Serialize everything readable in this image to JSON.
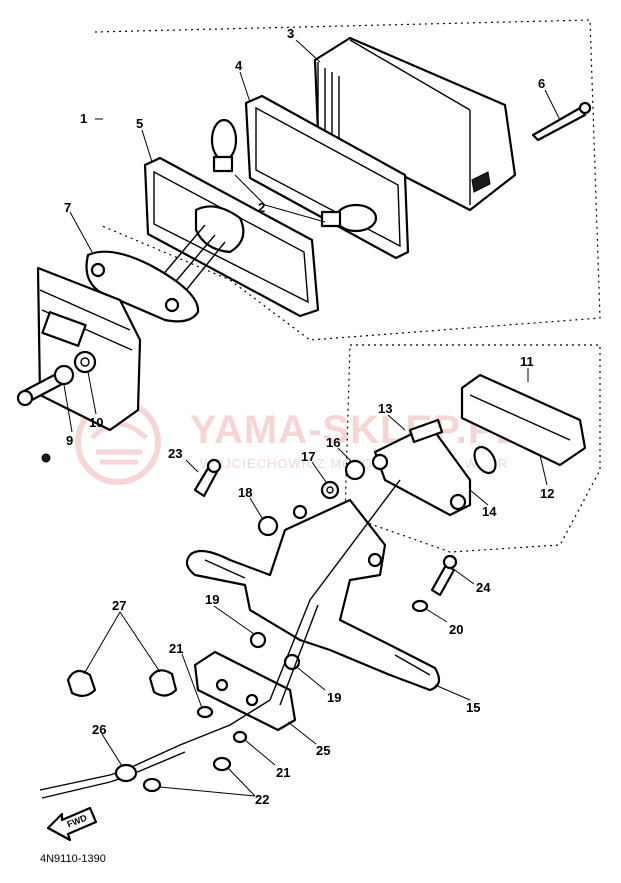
{
  "diagram": {
    "callouts": [
      {
        "id": "c1",
        "label": "1"
      },
      {
        "id": "c2",
        "label": "2"
      },
      {
        "id": "c3",
        "label": "3"
      },
      {
        "id": "c4",
        "label": "4"
      },
      {
        "id": "c5",
        "label": "5"
      },
      {
        "id": "c6",
        "label": "6"
      },
      {
        "id": "c7",
        "label": "7"
      },
      {
        "id": "c9",
        "label": "9"
      },
      {
        "id": "c10",
        "label": "10"
      },
      {
        "id": "c11",
        "label": "11"
      },
      {
        "id": "c12",
        "label": "12"
      },
      {
        "id": "c13",
        "label": "13"
      },
      {
        "id": "c14",
        "label": "14"
      },
      {
        "id": "c15",
        "label": "15"
      },
      {
        "id": "c16",
        "label": "16"
      },
      {
        "id": "c17",
        "label": "17"
      },
      {
        "id": "c18",
        "label": "18"
      },
      {
        "id": "c19a",
        "label": "19"
      },
      {
        "id": "c19b",
        "label": "19"
      },
      {
        "id": "c20",
        "label": "20"
      },
      {
        "id": "c21a",
        "label": "21"
      },
      {
        "id": "c21b",
        "label": "21"
      },
      {
        "id": "c22",
        "label": "22"
      },
      {
        "id": "c23",
        "label": "23"
      },
      {
        "id": "c24",
        "label": "24"
      },
      {
        "id": "c25",
        "label": "25"
      },
      {
        "id": "c26",
        "label": "26"
      },
      {
        "id": "c27",
        "label": "27"
      }
    ],
    "diagram_code": "4N9110-1390",
    "direction_arrow_label": "FWD",
    "watermark": {
      "title": "YAMA-SKLEP.PL",
      "subtitle": "WOJCIECHOWICZ MOTOR ELECTRIC WAHR"
    }
  }
}
